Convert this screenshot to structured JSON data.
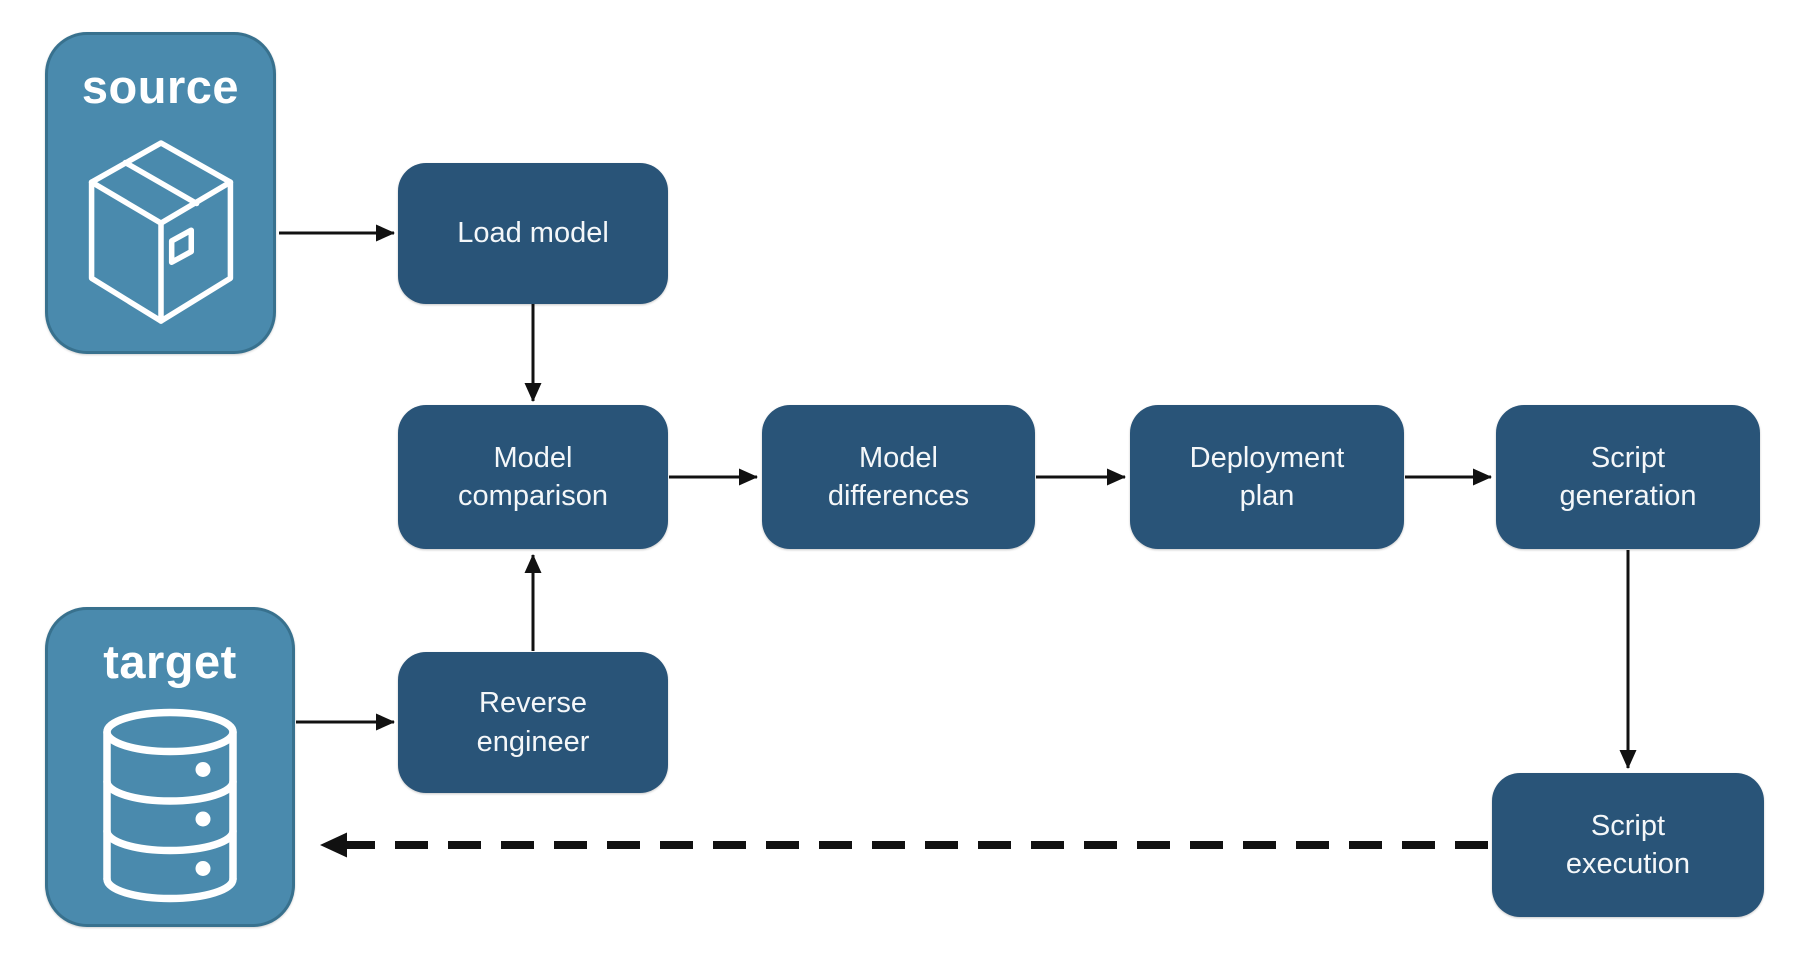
{
  "diagram": {
    "containers": {
      "source": {
        "label": "source",
        "icon": "package-icon"
      },
      "target": {
        "label": "target",
        "icon": "database-icon"
      }
    },
    "nodes": {
      "load_model": {
        "label": "Load model"
      },
      "model_comparison": {
        "label": "Model comparison"
      },
      "model_differences": {
        "label": "Model differences"
      },
      "deployment_plan": {
        "label": "Deployment plan"
      },
      "script_generation": {
        "label": "Script generation"
      },
      "reverse_engineer": {
        "label": "Reverse engineer"
      },
      "script_execution": {
        "label": "Script execution"
      }
    },
    "edges": [
      {
        "from": "source",
        "to": "load_model",
        "style": "solid"
      },
      {
        "from": "load_model",
        "to": "model_comparison",
        "style": "solid"
      },
      {
        "from": "model_comparison",
        "to": "model_differences",
        "style": "solid"
      },
      {
        "from": "model_differences",
        "to": "deployment_plan",
        "style": "solid"
      },
      {
        "from": "deployment_plan",
        "to": "script_generation",
        "style": "solid"
      },
      {
        "from": "script_generation",
        "to": "script_execution",
        "style": "solid"
      },
      {
        "from": "target",
        "to": "reverse_engineer",
        "style": "solid"
      },
      {
        "from": "reverse_engineer",
        "to": "model_comparison",
        "style": "solid"
      },
      {
        "from": "script_execution",
        "to": "target",
        "style": "dashed"
      }
    ],
    "colors": {
      "container_fill": "#4A8AAD",
      "container_border": "#38718E",
      "node_fill": "#295478",
      "node_text": "#F4F7F9",
      "container_text": "#FFFFFF",
      "arrow": "#111111",
      "background": "#FFFFFF"
    }
  }
}
